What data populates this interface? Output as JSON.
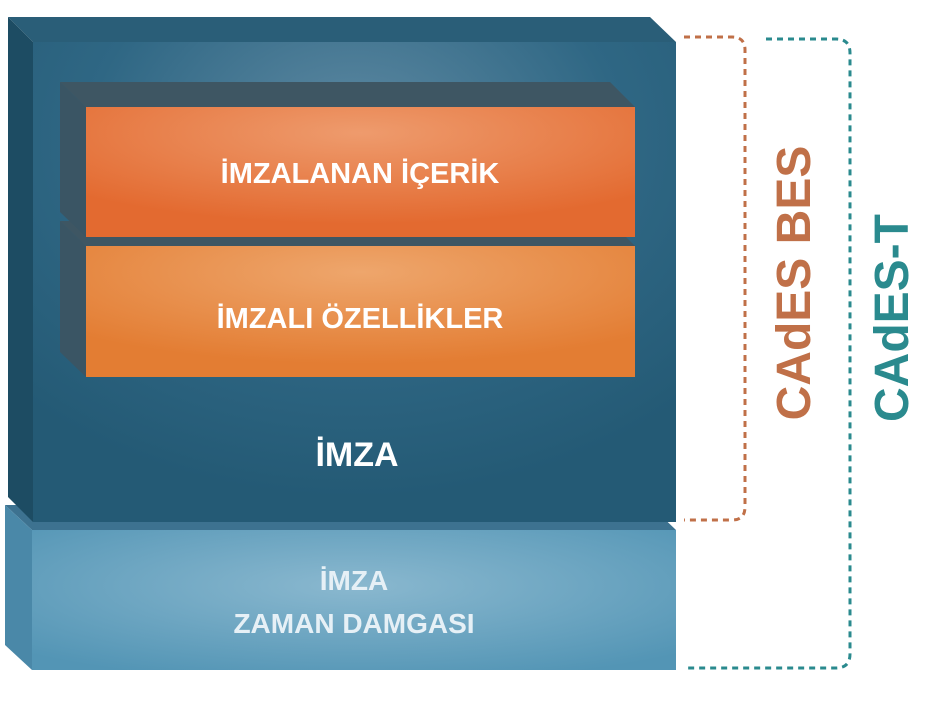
{
  "blocks": {
    "signed_content": "İMZALANAN İÇERİK",
    "signed_attributes": "İMZALI ÖZELLİKLER",
    "signature": "İMZA",
    "timestamp_line1": "İMZA",
    "timestamp_line2": "ZAMAN DAMGASI"
  },
  "brackets": {
    "bes_label": "CAdES BES",
    "t_label": "CAdES-T"
  },
  "colors": {
    "signature_blue": "#2e6783",
    "timestamp_blue": "#5e9dbb",
    "orange": "#e8733a",
    "bes_bracket": "#c07048",
    "t_bracket": "#2a8a8e",
    "text_white": "#ffffff",
    "text_light": "#e6f0f6"
  }
}
